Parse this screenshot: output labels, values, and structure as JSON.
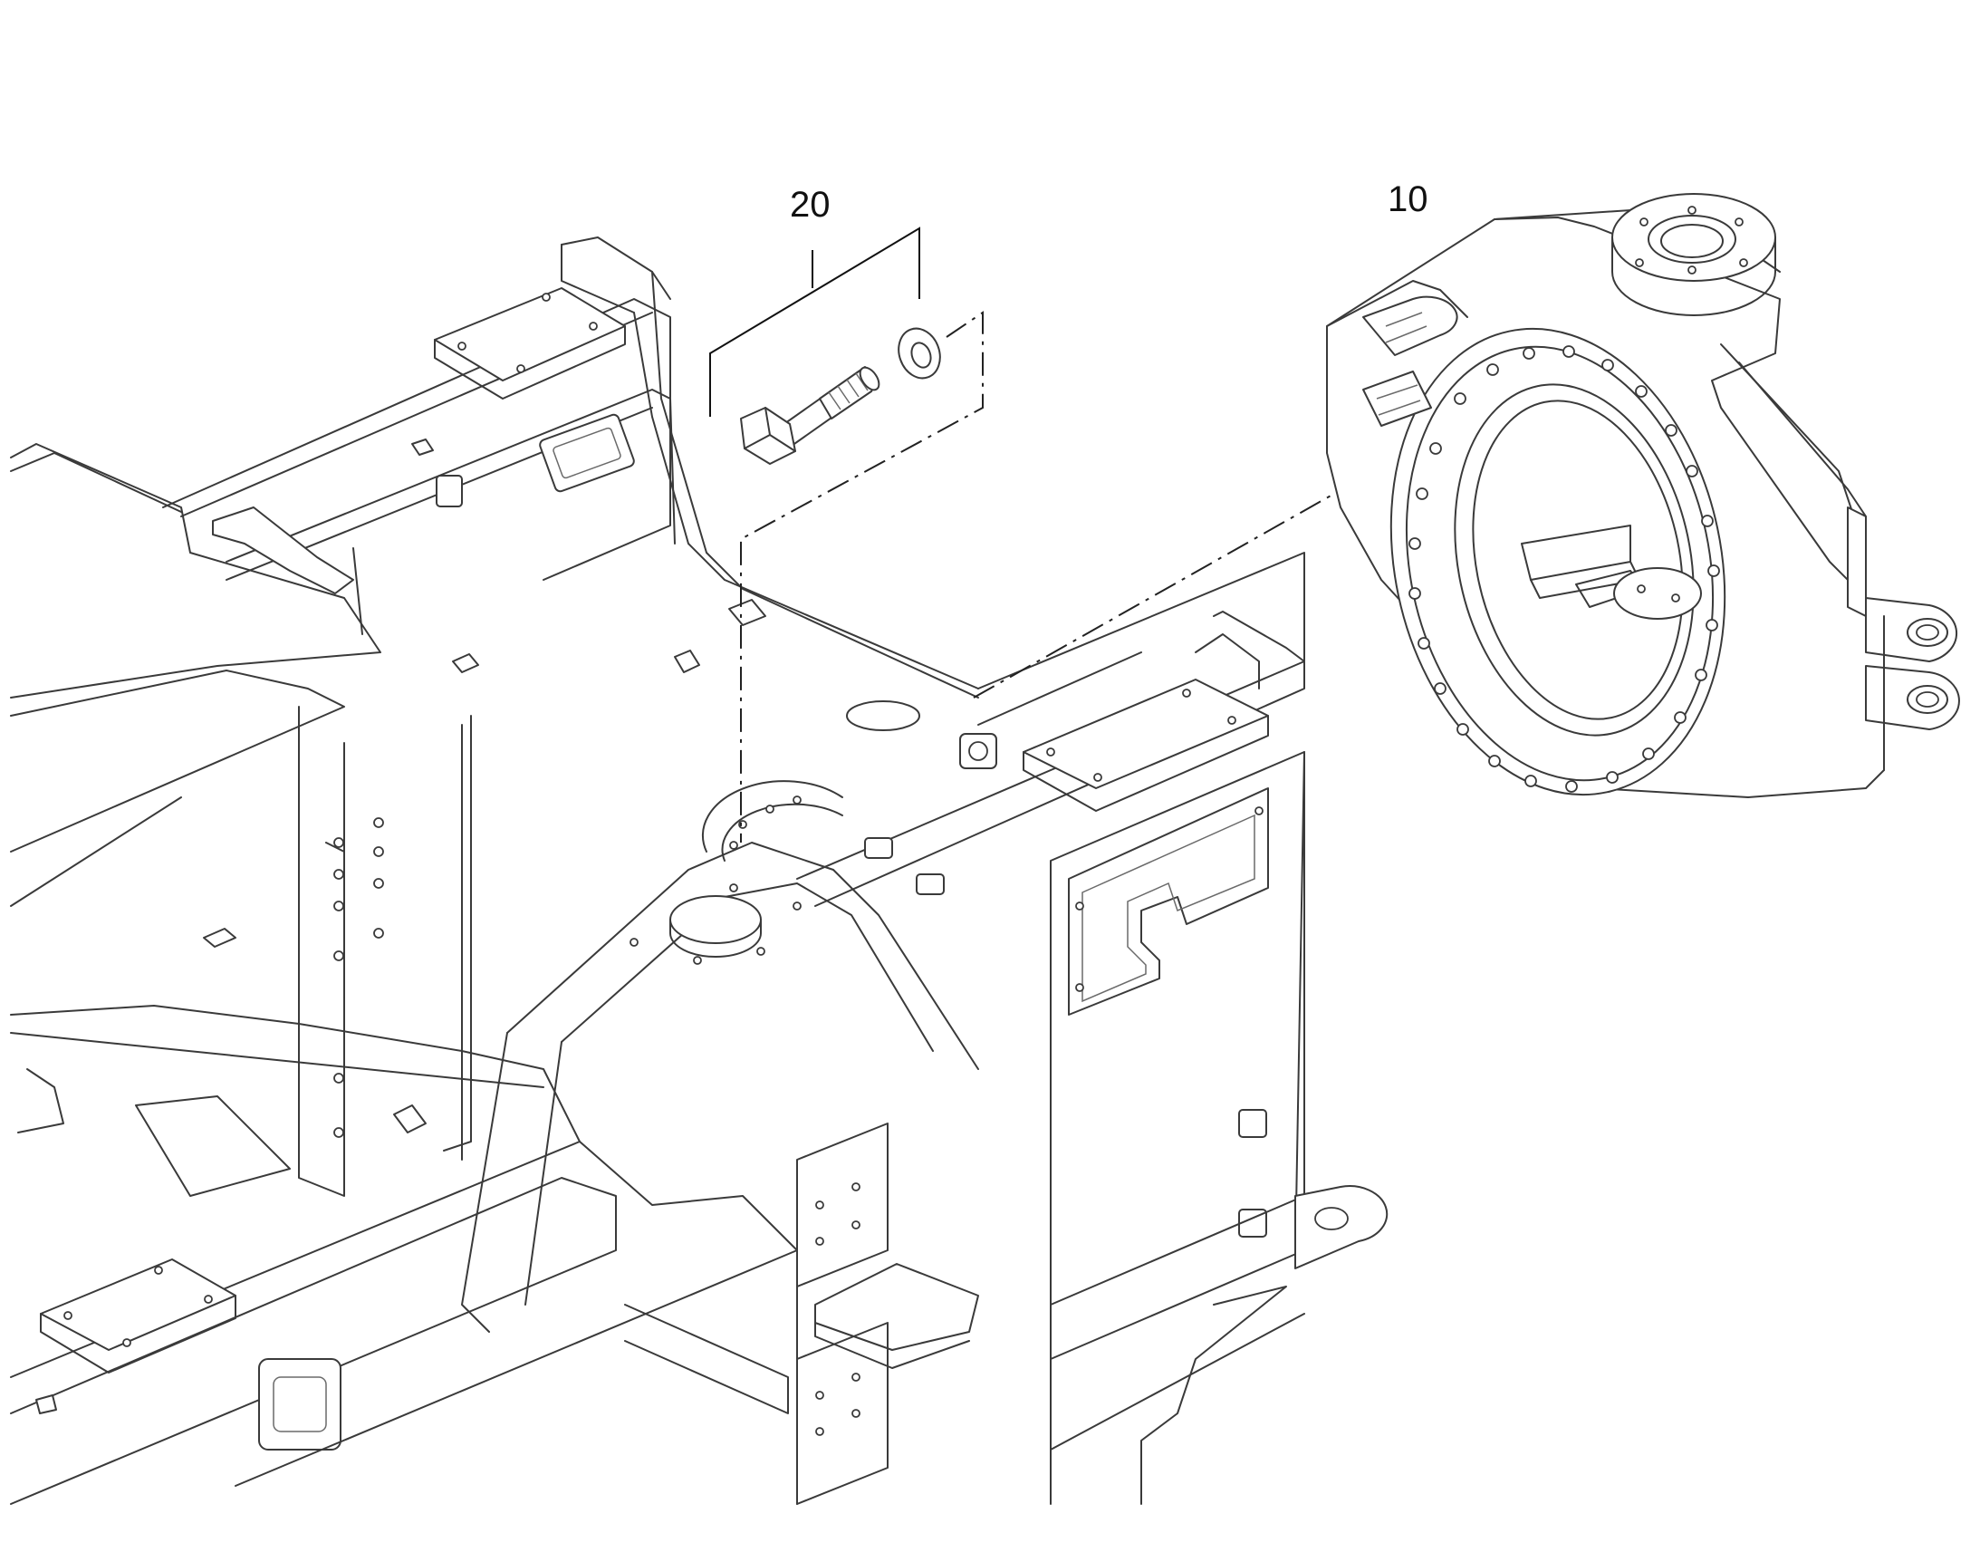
{
  "callouts": [
    {
      "id": "20",
      "label": "20"
    },
    {
      "id": "10",
      "label": "10"
    }
  ],
  "colors": {
    "line": "#3a3a3a",
    "background": "#ffffff",
    "label": "#111111"
  }
}
